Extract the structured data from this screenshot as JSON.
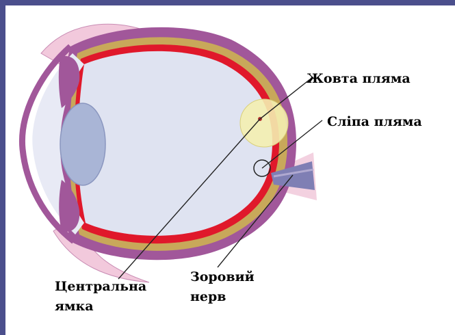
{
  "labels": {
    "yellow_spot": "Жовта пляма",
    "blind_spot": "Сліпа пляма",
    "fovea_line1": "Центральна",
    "fovea_line2": "ямка",
    "optic_nerve_line1": "Зоровий",
    "optic_nerve_line2": "нерв"
  },
  "colors": {
    "frame": "#4b4f8c",
    "sclera": "#a1579a",
    "choroid_gold": "#c8a85a",
    "retina_red": "#e0182b",
    "vitreous": "#dfe3f1",
    "lens": "#a9b5d6",
    "macula": "#f4eeb0",
    "optic_nerve": "#7f7fb4"
  }
}
